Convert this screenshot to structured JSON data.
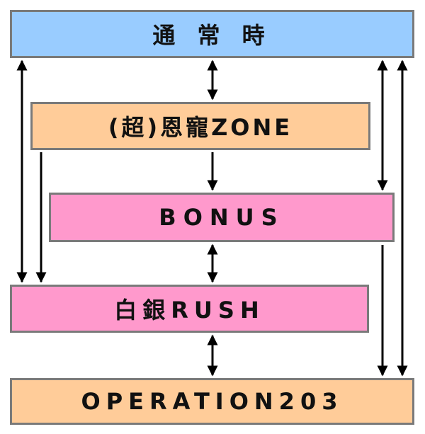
{
  "diagram": {
    "nodes": {
      "normal": {
        "label": "通 常 時",
        "fill": "#99ccff"
      },
      "zone": {
        "label": "(超)恩寵ZONE",
        "fill": "#ffcc99"
      },
      "bonus": {
        "label": "BONUS",
        "fill": "#ff99cc"
      },
      "rush": {
        "label": "白銀RUSH",
        "fill": "#ff99cc"
      },
      "operation": {
        "label": "OPERATION203",
        "fill": "#ffcc99"
      }
    },
    "edges": [
      {
        "from": "normal",
        "to": "zone",
        "direction": "both"
      },
      {
        "from": "normal",
        "to": "rush",
        "direction": "both"
      },
      {
        "from": "zone",
        "to": "bonus",
        "direction": "forward"
      },
      {
        "from": "zone",
        "to": "rush",
        "direction": "forward"
      },
      {
        "from": "normal",
        "to": "bonus",
        "direction": "both"
      },
      {
        "from": "bonus",
        "to": "rush",
        "direction": "both"
      },
      {
        "from": "rush",
        "to": "operation",
        "direction": "both"
      },
      {
        "from": "bonus",
        "to": "operation",
        "direction": "forward"
      },
      {
        "from": "normal",
        "to": "operation",
        "direction": "both"
      }
    ],
    "colors": {
      "border": "#7a7a7a",
      "arrow": "#000000"
    }
  }
}
